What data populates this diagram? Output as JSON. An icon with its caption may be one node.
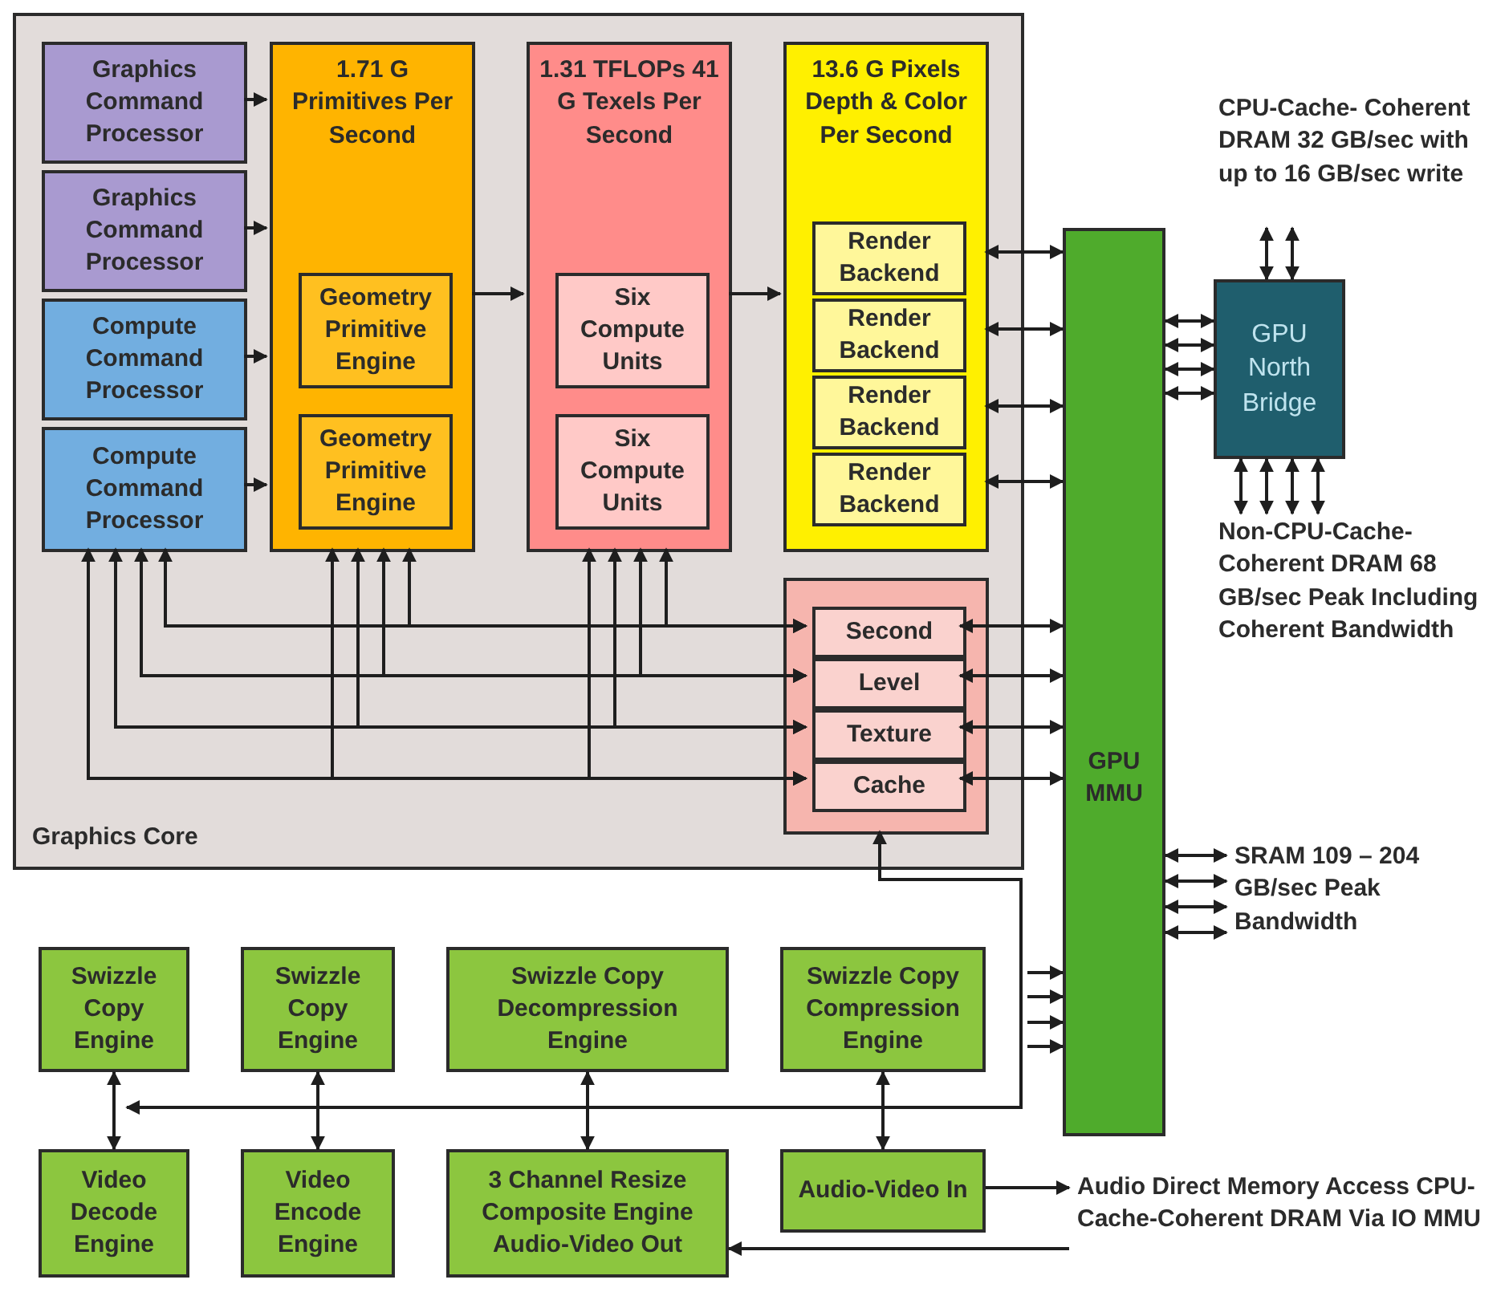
{
  "diagram": {
    "nodes": [
      {
        "text": [
          "Graphics Core"
        ]
      },
      {
        "text": [
          "Graphics Command Processor"
        ],
        "in": 0
      },
      {
        "text": [
          "Graphics Command Processor"
        ],
        "in": 0
      },
      {
        "text": [
          "Compute Command Processor"
        ],
        "in": 0
      },
      {
        "text": [
          "Compute Command Processor"
        ],
        "in": 0
      },
      {
        "text": [
          "1.71 G Primitives Per Second"
        ],
        "in": 0
      },
      {
        "text": [
          "Geometry Primitive Engine"
        ],
        "in": 5
      },
      {
        "text": [
          "Geometry Primitive Engine"
        ],
        "in": 5
      },
      {
        "text": [
          "1.31 TFLOPs 41 G Texels Per Second"
        ],
        "in": 0
      },
      {
        "text": [
          "Six Compute Units"
        ],
        "in": 8
      },
      {
        "text": [
          "Six Compute Units"
        ],
        "in": 8
      },
      {
        "text": [
          "13.6 G Pixels Depth & Color Per Second"
        ],
        "in": 0
      },
      {
        "text": [
          "Render Backend"
        ],
        "in": 11
      },
      {
        "text": [
          "Render Backend"
        ],
        "in": 11
      },
      {
        "text": [
          "Render Backend"
        ],
        "in": 11
      },
      {
        "text": [
          "Render Backend"
        ],
        "in": 11
      },
      {
        "text": [],
        "shape": "box",
        "in": 0
      },
      {
        "text": [
          "Second"
        ],
        "in": 16
      },
      {
        "text": [
          "Level"
        ],
        "in": 16
      },
      {
        "text": [
          "Texture"
        ],
        "in": 16
      },
      {
        "text": [
          "Cache"
        ],
        "in": 16
      },
      {
        "text": [
          "GPU MMU"
        ]
      },
      {
        "text": [
          "GPU North Bridge"
        ]
      },
      {
        "text": [
          "CPU-Cache- Coherent DRAM 32 GB/sec with up to 16 GB/sec write"
        ]
      },
      {
        "text": [
          "Non-CPU-Cache- Coherent DRAM 68 GB/sec Peak Including Coherent Bandwidth"
        ]
      },
      {
        "text": [
          "SRAM 109 – 204 GB/sec Peak Bandwidth"
        ]
      },
      {
        "text": [
          "Swizzle Copy Engine"
        ]
      },
      {
        "text": [
          "Swizzle Copy Engine"
        ]
      },
      {
        "text": [
          "Swizzle Copy Decompression Engine"
        ]
      },
      {
        "text": [
          "Swizzle Copy Compression Engine"
        ]
      },
      {
        "text": [
          "Video Decode Engine"
        ]
      },
      {
        "text": [
          "Video Encode Engine"
        ]
      },
      {
        "text": [
          "3 Channel Resize Composite Engine Audio-Video Out"
        ]
      },
      {
        "text": [
          "Audio-Video In"
        ]
      },
      {
        "text": [
          "Audio Direct Memory Access CPU-Cache-Coherent DRAM Via IO MMU"
        ]
      }
    ],
    "edges": [
      {
        "from": 1,
        "to": 5,
        "arrow": "to"
      },
      {
        "from": 2,
        "to": 5,
        "arrow": "to"
      },
      {
        "from": 3,
        "to": 5,
        "arrow": "to"
      },
      {
        "from": 4,
        "to": 5,
        "arrow": "to"
      },
      {
        "from": 5,
        "to": 8,
        "arrow": "to"
      },
      {
        "from": 8,
        "to": 11,
        "arrow": "to"
      },
      {
        "from": 11,
        "to": 21,
        "arrow": "both"
      },
      {
        "from": 11,
        "to": 21,
        "arrow": "both"
      },
      {
        "from": 11,
        "to": 21,
        "arrow": "both"
      },
      {
        "from": 11,
        "to": 21,
        "arrow": "both"
      },
      {
        "from": 17,
        "to": 21,
        "arrow": "both"
      },
      {
        "from": 18,
        "to": 21,
        "arrow": "both"
      },
      {
        "from": 19,
        "to": 21,
        "arrow": "both"
      },
      {
        "from": 20,
        "to": 21,
        "arrow": "both"
      },
      {
        "from": 17,
        "to": 4,
        "arrow": "both"
      },
      {
        "from": 17,
        "to": 5,
        "arrow": "both"
      },
      {
        "from": 17,
        "to": 8,
        "arrow": "both"
      },
      {
        "from": 18,
        "to": 4,
        "arrow": "both"
      },
      {
        "from": 18,
        "to": 5,
        "arrow": "both"
      },
      {
        "from": 18,
        "to": 8,
        "arrow": "both"
      },
      {
        "from": 19,
        "to": 4,
        "arrow": "both"
      },
      {
        "from": 19,
        "to": 5,
        "arrow": "both"
      },
      {
        "from": 19,
        "to": 8,
        "arrow": "both"
      },
      {
        "from": 20,
        "to": 4,
        "arrow": "both"
      },
      {
        "from": 20,
        "to": 5,
        "arrow": "both"
      },
      {
        "from": 20,
        "to": 8,
        "arrow": "both"
      },
      {
        "from": 21,
        "to": 22,
        "arrow": "both"
      },
      {
        "from": 21,
        "to": 22,
        "arrow": "both"
      },
      {
        "from": 21,
        "to": 22,
        "arrow": "both"
      },
      {
        "from": 21,
        "to": 22,
        "arrow": "both"
      },
      {
        "from": 22,
        "to": 23,
        "arrow": "both"
      },
      {
        "from": 22,
        "to": 23,
        "arrow": "both"
      },
      {
        "from": 22,
        "to": 24,
        "arrow": "both"
      },
      {
        "from": 22,
        "to": 24,
        "arrow": "both"
      },
      {
        "from": 22,
        "to": 24,
        "arrow": "both"
      },
      {
        "from": 22,
        "to": 24,
        "arrow": "both"
      },
      {
        "from": 21,
        "to": 25,
        "arrow": "both"
      },
      {
        "from": 21,
        "to": 25,
        "arrow": "both"
      },
      {
        "from": 21,
        "to": 25,
        "arrow": "both"
      },
      {
        "from": 21,
        "to": 25,
        "arrow": "both"
      },
      {
        "from": 16,
        "to": 26,
        "arrow": "both"
      },
      {
        "from": null,
        "to": 21,
        "arrow": "to"
      },
      {
        "from": null,
        "to": 21,
        "arrow": "to"
      },
      {
        "from": null,
        "to": 21,
        "arrow": "to"
      },
      {
        "from": null,
        "to": 21,
        "arrow": "to"
      },
      {
        "from": 26,
        "to": 30,
        "arrow": "both"
      },
      {
        "from": 27,
        "to": 31,
        "arrow": "both"
      },
      {
        "from": 28,
        "to": 32,
        "arrow": "both"
      },
      {
        "from": 29,
        "to": 33,
        "arrow": "both"
      },
      {
        "from": 33,
        "to": 34,
        "arrow": "to"
      },
      {
        "from": 34,
        "to": 32,
        "arrow": "to"
      }
    ]
  }
}
